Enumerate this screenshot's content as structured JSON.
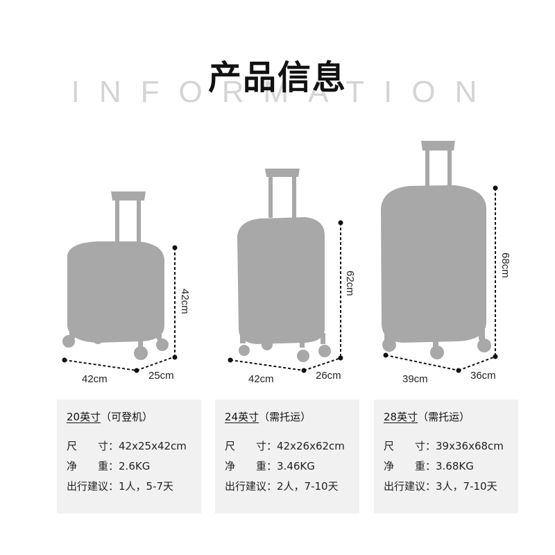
{
  "header": {
    "title_cn": "产品信息",
    "title_en": "INFORMATION"
  },
  "colors": {
    "suitcase_fill": "#a8a8a8",
    "watermark": "#d4d4d4",
    "card_bg": "#f1f1f1",
    "dim_line": "#111111"
  },
  "suitcases": [
    {
      "name": "20-inch",
      "dims": {
        "width": "42cm",
        "depth": "25cm",
        "height": "42cm"
      }
    },
    {
      "name": "24-inch",
      "dims": {
        "width": "42cm",
        "depth": "26cm",
        "height": "62cm"
      }
    },
    {
      "name": "28-inch",
      "dims": {
        "width": "39cm",
        "depth": "36cm",
        "height": "68cm"
      }
    }
  ],
  "cards": [
    {
      "size": "20英寸",
      "note": "（可登机）",
      "size_label": "尺　　寸：",
      "size_value": "42x25x42cm",
      "weight_label": "净　　重：",
      "weight_value": "2.6KG",
      "trip_label": "出行建议：",
      "trip_value": "1人，5-7天"
    },
    {
      "size": "24英寸",
      "note": "（需托运）",
      "size_label": "尺　　寸：",
      "size_value": "42x26x62cm",
      "weight_label": "净　　重：",
      "weight_value": "3.46KG",
      "trip_label": "出行建议：",
      "trip_value": "2人，7-10天"
    },
    {
      "size": "28英寸",
      "note": "（需托运）",
      "size_label": "尺　　寸：",
      "size_value": "39x36x68cm",
      "weight_label": "净　　重：",
      "weight_value": "3.68KG",
      "trip_label": "出行建议：",
      "trip_value": "3人，7-10天"
    }
  ]
}
